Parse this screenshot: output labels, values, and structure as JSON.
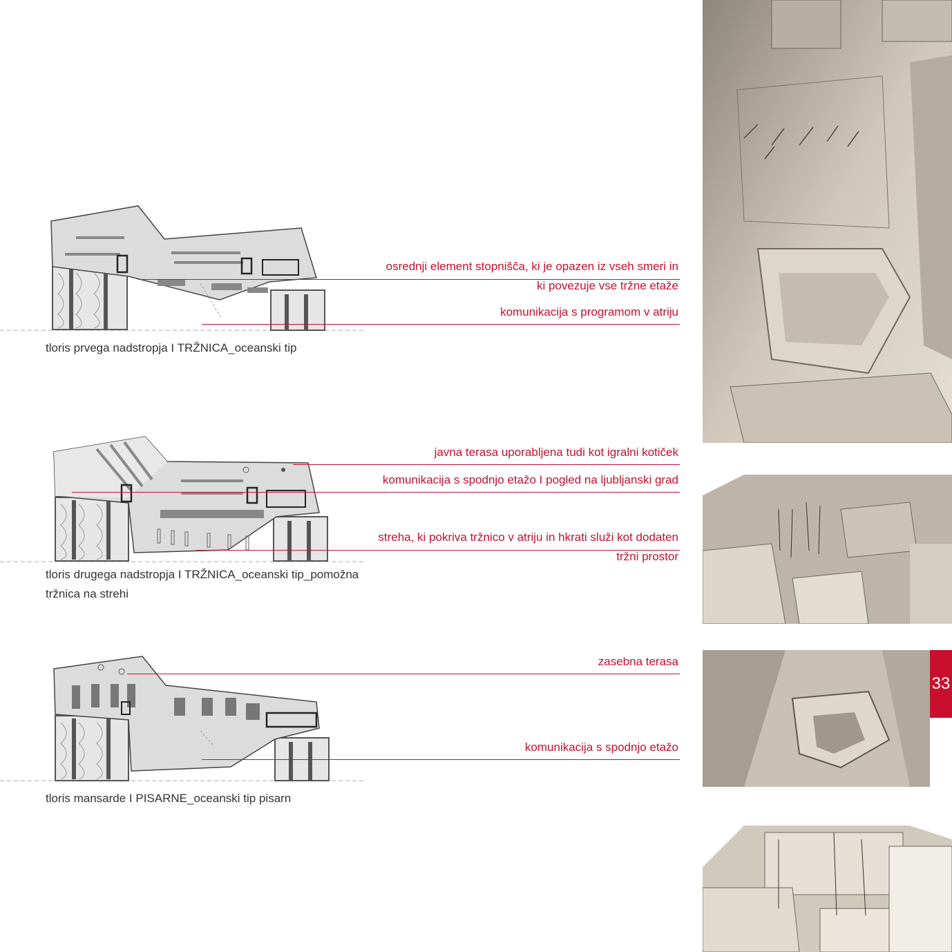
{
  "page_number": "33",
  "plans": [
    {
      "caption": "tloris prvega nadstropja I TRŽNICA_oceanski tip",
      "notes": [
        "osrednji element stopnišča, ki je opazen iz vseh smeri in",
        "ki povezuje vse tržne etaže",
        "komunikacija s programom v atriju"
      ]
    },
    {
      "caption": "tloris drugega nadstropja I TRŽNICA_oceanski tip_pomožna tržnica na strehi",
      "notes": [
        "javna terasa uporabljena tudi kot igralni kotiček",
        "komunikacija s spodnjo etažo I pogled na ljubljanski grad",
        "streha, ki pokriva tržnico v atriju in hkrati služi kot dodaten",
        "tržni prostor"
      ]
    },
    {
      "caption": "tloris mansarde I PISARNE_oceanski tip pisarn",
      "notes": [
        "zasebna terasa",
        "komunikacija s spodnjo etažo"
      ]
    }
  ],
  "colors": {
    "accent": "#c8102e",
    "text": "#333333",
    "plan_fill": "#d9d9d9",
    "model_paper": "#d8d2c4"
  }
}
